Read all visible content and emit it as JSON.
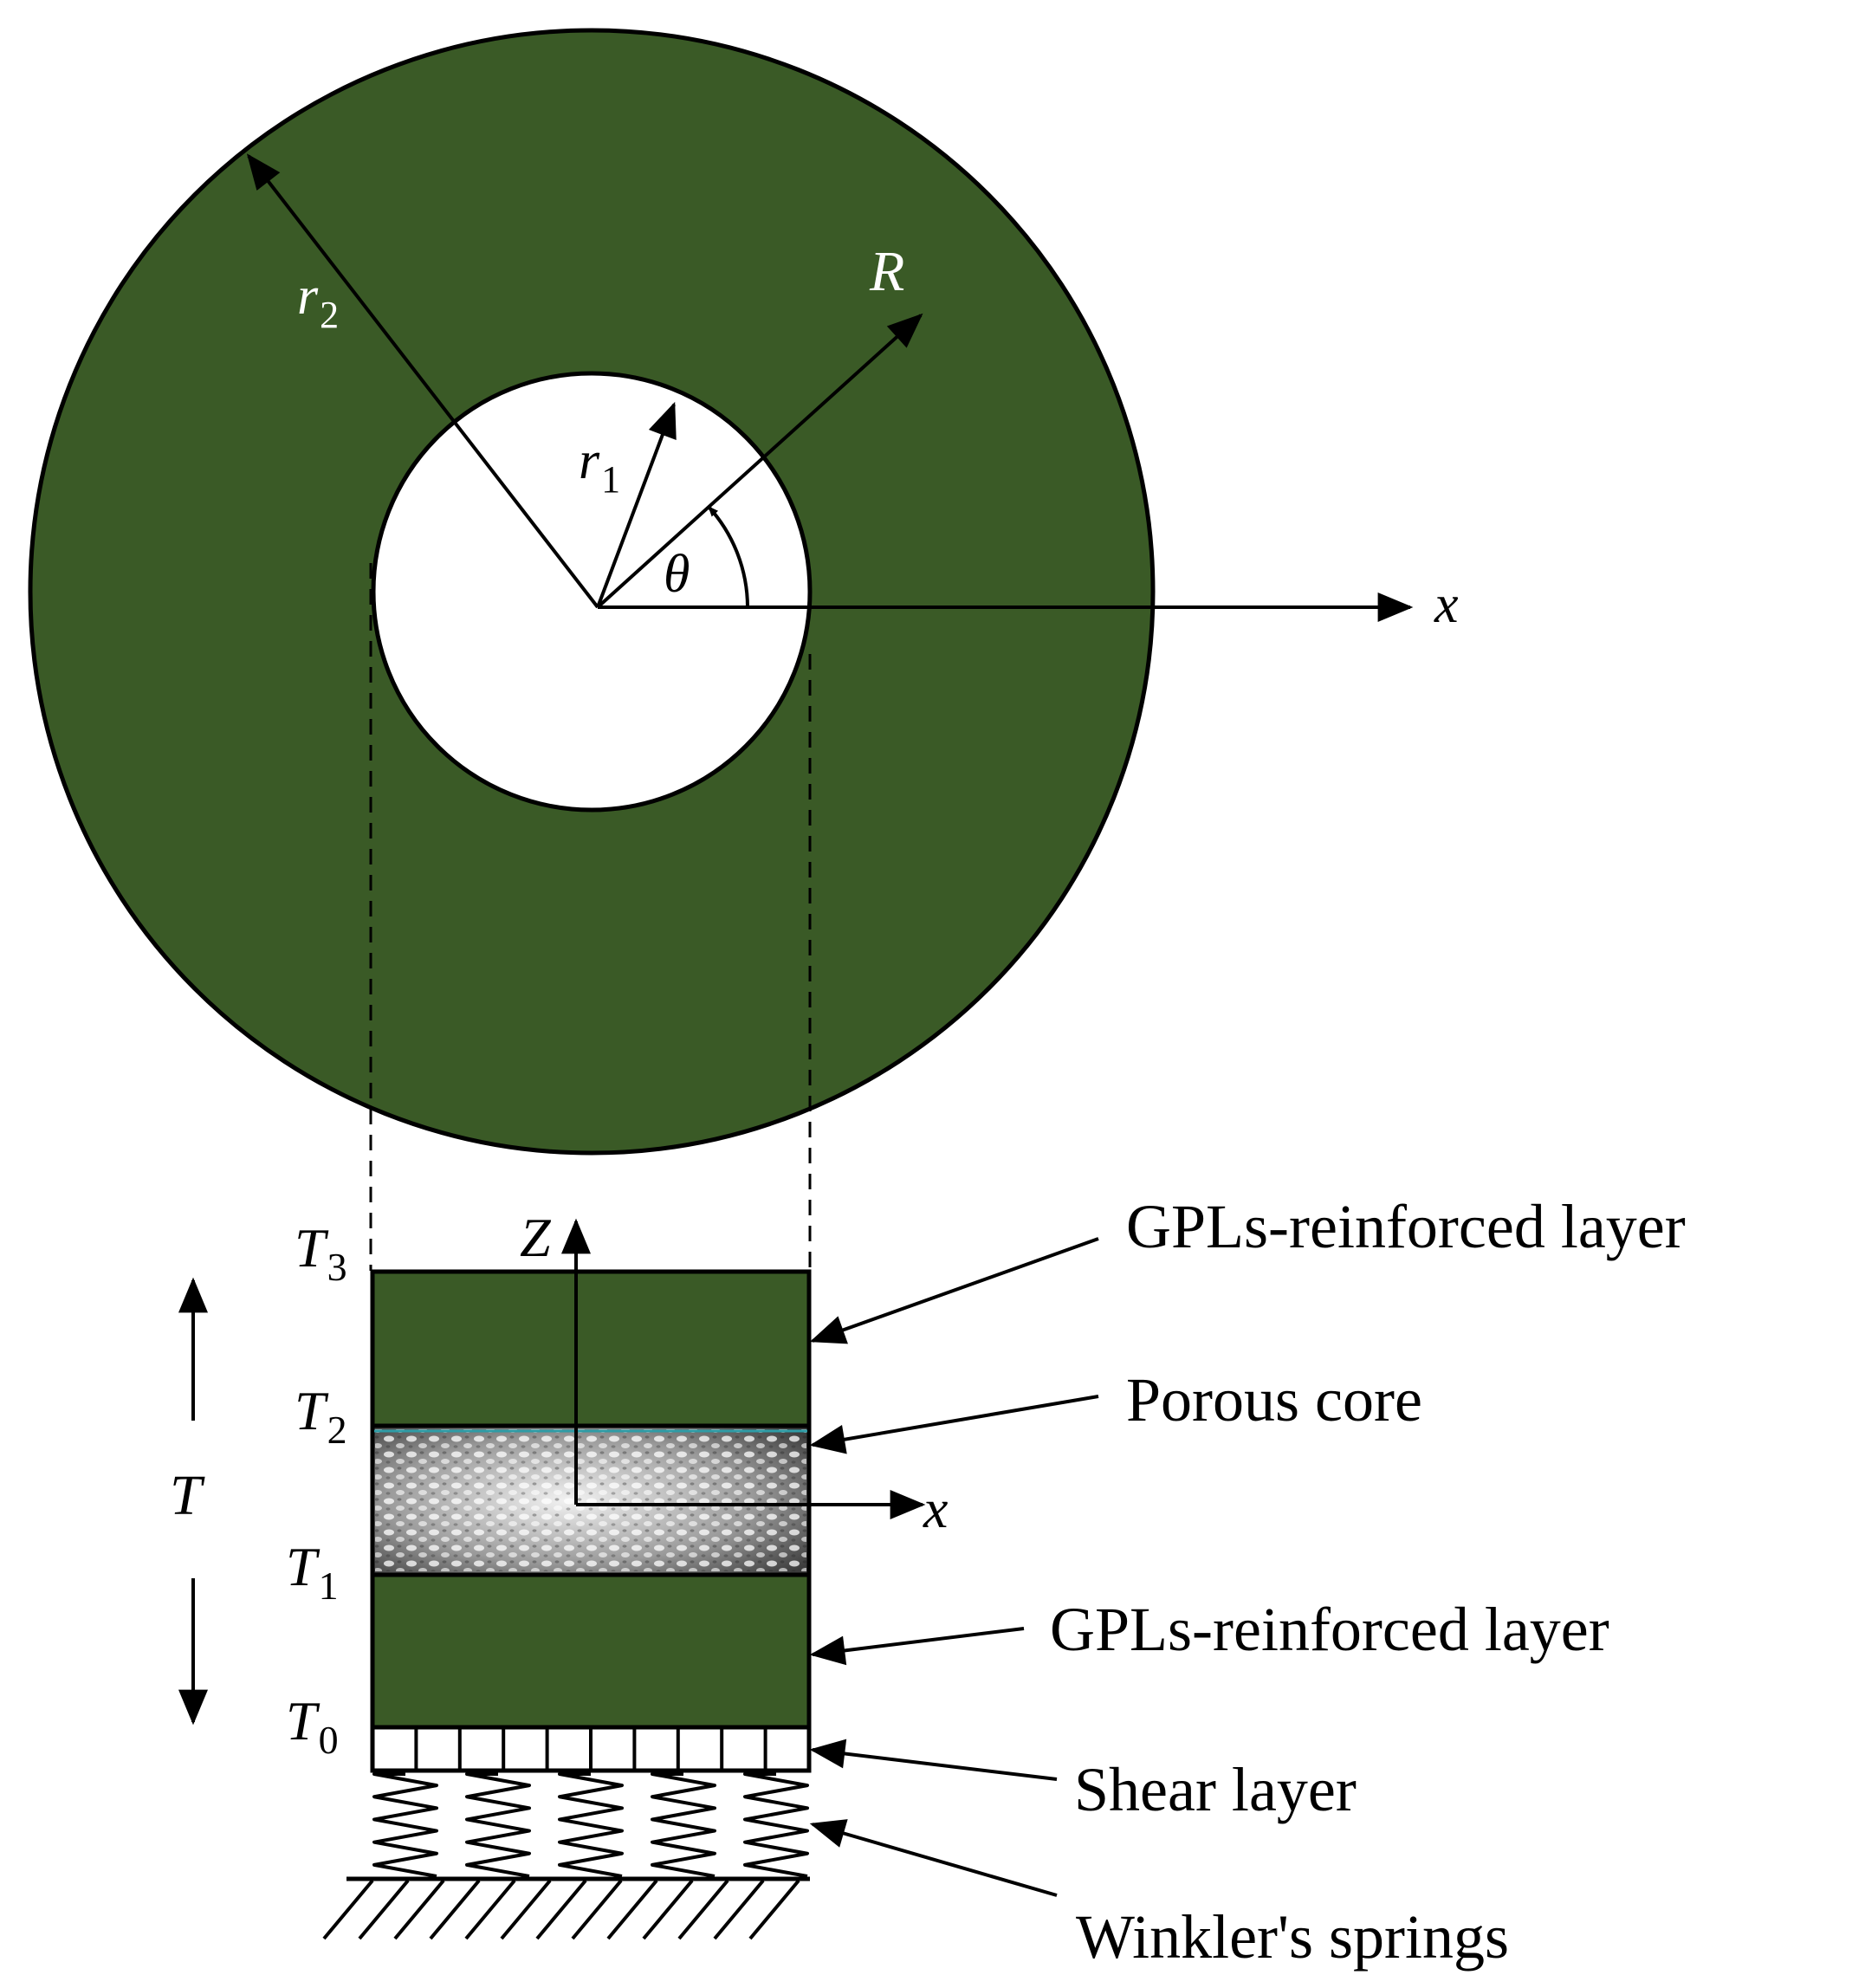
{
  "colors": {
    "layer": "#3a5a26",
    "outline": "#000000",
    "background": "#ffffff",
    "core_highlight": "#2e9ca6"
  },
  "disk": {
    "outer_radius_label": {
      "main": "r",
      "sub": "2"
    },
    "inner_radius_label": {
      "main": "r",
      "sub": "1"
    },
    "radial_axis_label": "R",
    "angle_label": "θ",
    "x_axis_label": "x"
  },
  "section": {
    "z_axis_label": "Z",
    "x_axis_label": "x",
    "thickness_label": "T",
    "interfaces": [
      {
        "main": "T",
        "sub": "3"
      },
      {
        "main": "T",
        "sub": "2"
      },
      {
        "main": "T",
        "sub": "1"
      },
      {
        "main": "T",
        "sub": "0"
      }
    ],
    "callouts": {
      "top_layer": "GPLs-reinforced layer",
      "core": "Porous core",
      "bottom_layer": "GPLs-reinforced layer",
      "shear": "Shear layer",
      "springs": "Winkler's springs"
    }
  }
}
